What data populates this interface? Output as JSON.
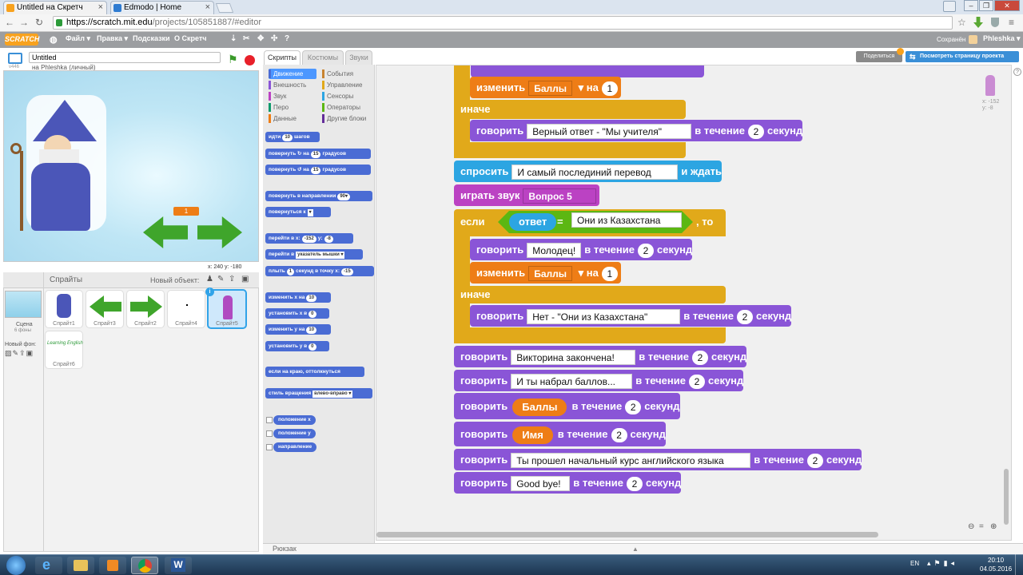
{
  "browser": {
    "tabs": [
      {
        "title": "Untitled на Скретч",
        "active": true
      },
      {
        "title": "Edmodo | Home",
        "active": false
      }
    ],
    "url_scheme_host": "https://scratch.mit.edu",
    "url_path": "/projects/105851887/#editor"
  },
  "menubar": {
    "logo": "SCRATCH",
    "items": [
      "Файл ▾",
      "Правка ▾",
      "Подсказки",
      "О Скретч"
    ],
    "saved": "Сохранён",
    "user": "Phleshka ▾",
    "share": "Поделиться",
    "see_project": "Посмотреть страницу проекта"
  },
  "stage": {
    "project_title": "Untitled",
    "owner": "на Phleshka (личный)",
    "version": "v446",
    "monitor_value": "1",
    "coords": "x: 240  y: -180"
  },
  "sprites_pane": {
    "title": "Спрайты",
    "new_object": "Новый объект:",
    "scene_label": "Сцена",
    "scene_sub": "6 фоны",
    "new_backdrop": "Новый фон:",
    "sprites": [
      "Спрайт1",
      "Спрайт3",
      "Спрайт2",
      "Спрайт4",
      "Спрайт5",
      "Спрайт6"
    ],
    "sprite6_text": "Learning English"
  },
  "editor_tabs": [
    "Скрипты",
    "Костюмы",
    "Звуки"
  ],
  "categories_left": [
    "Движение",
    "Внешность",
    "Звук",
    "Перо",
    "Данные"
  ],
  "categories_right": [
    "События",
    "Управление",
    "Сенсоры",
    "Операторы",
    "Другие блоки"
  ],
  "category_colors": [
    "#4a6cd4",
    "#8a55d7",
    "#bb42c3",
    "#0e9a6c",
    "#ee7d16",
    "#c88330",
    "#e1a91a",
    "#2ca5e2",
    "#5cb712",
    "#632d99"
  ],
  "palette": {
    "b1": "идти",
    "b1v": "10",
    "b1e": "шагов",
    "b2": "повернуть ↻ на",
    "b2v": "15",
    "b2e": "градусов",
    "b3": "повернуть ↺ на",
    "b3v": "15",
    "b3e": "градусов",
    "b4": "повернуть в направлении",
    "b4v": "90▾",
    "b5": "повернуться к",
    "b5v": "▾",
    "b6": "перейти в x:",
    "b6x": "-152",
    "b6y": "y:",
    "b6yv": "-8",
    "b7": "перейти в",
    "b7v": "указатель мышки ▾",
    "b8": "плыть",
    "b8v": "1",
    "b8e": "секунд в точку x:",
    "b8x": "-15",
    "b9": "изменить х на",
    "b9v": "10",
    "b10": "установить х в",
    "b10v": "0",
    "b11": "изменить у на",
    "b11v": "10",
    "b12": "установить у в",
    "b12v": "0",
    "b13": "если на краю, оттолкнуться",
    "b14": "стиль вращения",
    "b14v": "влево-вправо ▾",
    "r1": "положение x",
    "r2": "положение y",
    "r3": "направление"
  },
  "sprite_info": {
    "x": "x: -152",
    "y": "y: -8"
  },
  "script": {
    "say": "говорить",
    "for": "в течение",
    "secs": "секунд",
    "change": "изменить",
    "by": "на",
    "else": "иначе",
    "ask": "спросить",
    "and_wait": "и ждать",
    "play_sound": "играть звук",
    "if": "если",
    "then": ", то",
    "answer": "ответ",
    "eq": "=",
    "var_scores": "Баллы",
    "var_name": "Имя",
    "one": "1",
    "two": "2",
    "t_true": "Верный ответ - \"Мы учителя\"",
    "t_ask": "И самый послединий перевод",
    "sound": "Вопрос 5",
    "t_kz": "Они из Казахстана",
    "t_ok": "Молодец!",
    "t_no": "Нет - \"Они из Казахстана\"",
    "t_end": "Викторина закончена!",
    "t_scored": "И ты набрал баллов...",
    "t_course": "Ты прошел начальный курс английского языка",
    "t_bye": "Good bye!"
  },
  "backpack": "Рюкзак",
  "taskbar": {
    "lang": "EN",
    "time": "20:10",
    "date": "04.05.2016"
  }
}
